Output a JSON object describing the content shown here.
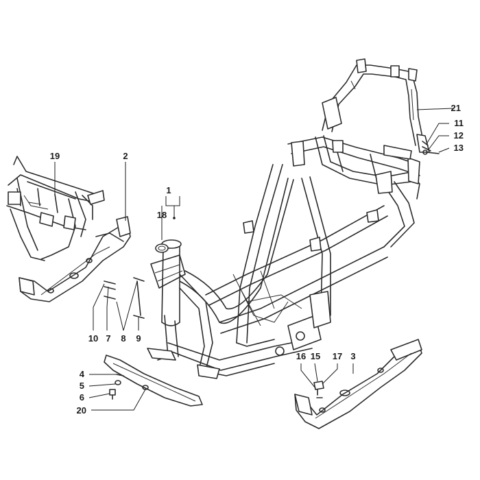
{
  "callouts": {
    "c1": "1",
    "c2": "2",
    "c3": "3",
    "c4": "4",
    "c5": "5",
    "c6": "6",
    "c7": "7",
    "c8": "8",
    "c9": "9",
    "c10": "10",
    "c11": "11",
    "c12": "12",
    "c13": "13",
    "c15": "15",
    "c16": "16",
    "c17": "17",
    "c18": "18",
    "c19": "19",
    "c20": "20",
    "c21": "21"
  },
  "colors": {
    "line": "#2b2b2b",
    "background": "#ffffff"
  }
}
